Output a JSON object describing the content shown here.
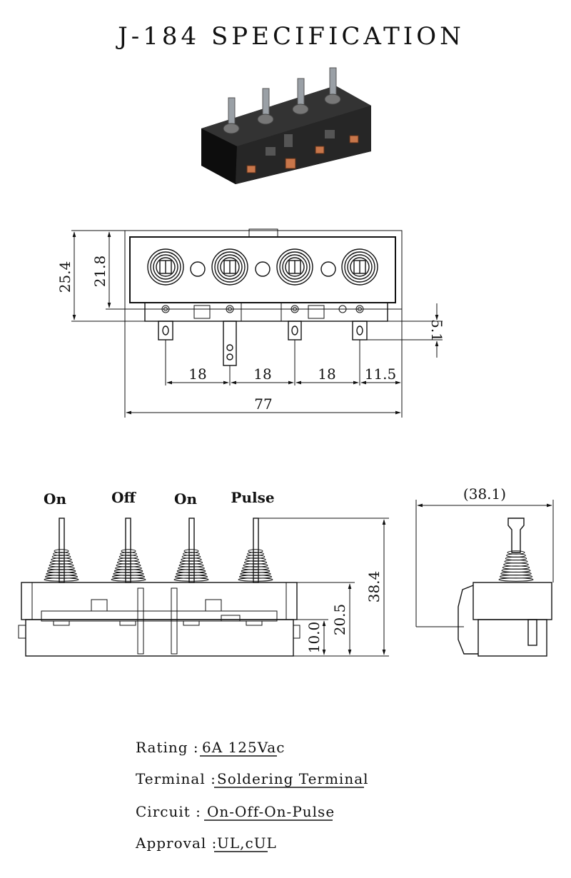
{
  "title": "J-184 SPECIFICATION",
  "top_view": {
    "dims": {
      "height_outer": "25.4",
      "height_inner": "21.8",
      "pin_offset": "5.1",
      "pitch_1": "18",
      "pitch_2": "18",
      "pitch_3": "18",
      "edge": "11.5",
      "total_width": "77"
    }
  },
  "side_view": {
    "positions": [
      "On",
      "Off",
      "On",
      "Pulse"
    ],
    "dims": {
      "total_height": "38.4",
      "body_height": "20.5",
      "base_height": "10.0"
    }
  },
  "end_view": {
    "dims": {
      "depth": "(38.1)"
    }
  },
  "specs": [
    {
      "label": "Rating :",
      "value": "6A 125Vac"
    },
    {
      "label": "Terminal :",
      "value": "Soldering Terminal"
    },
    {
      "label": "Circuit :",
      "value": "On-Off-On-Pulse"
    },
    {
      "label": "Approval :",
      "value": "UL,cUL"
    }
  ],
  "colors": {
    "ink": "#111111",
    "body": "#1a1a1a",
    "plunger": "#9aa0a6",
    "terminal": "#c8764a"
  }
}
